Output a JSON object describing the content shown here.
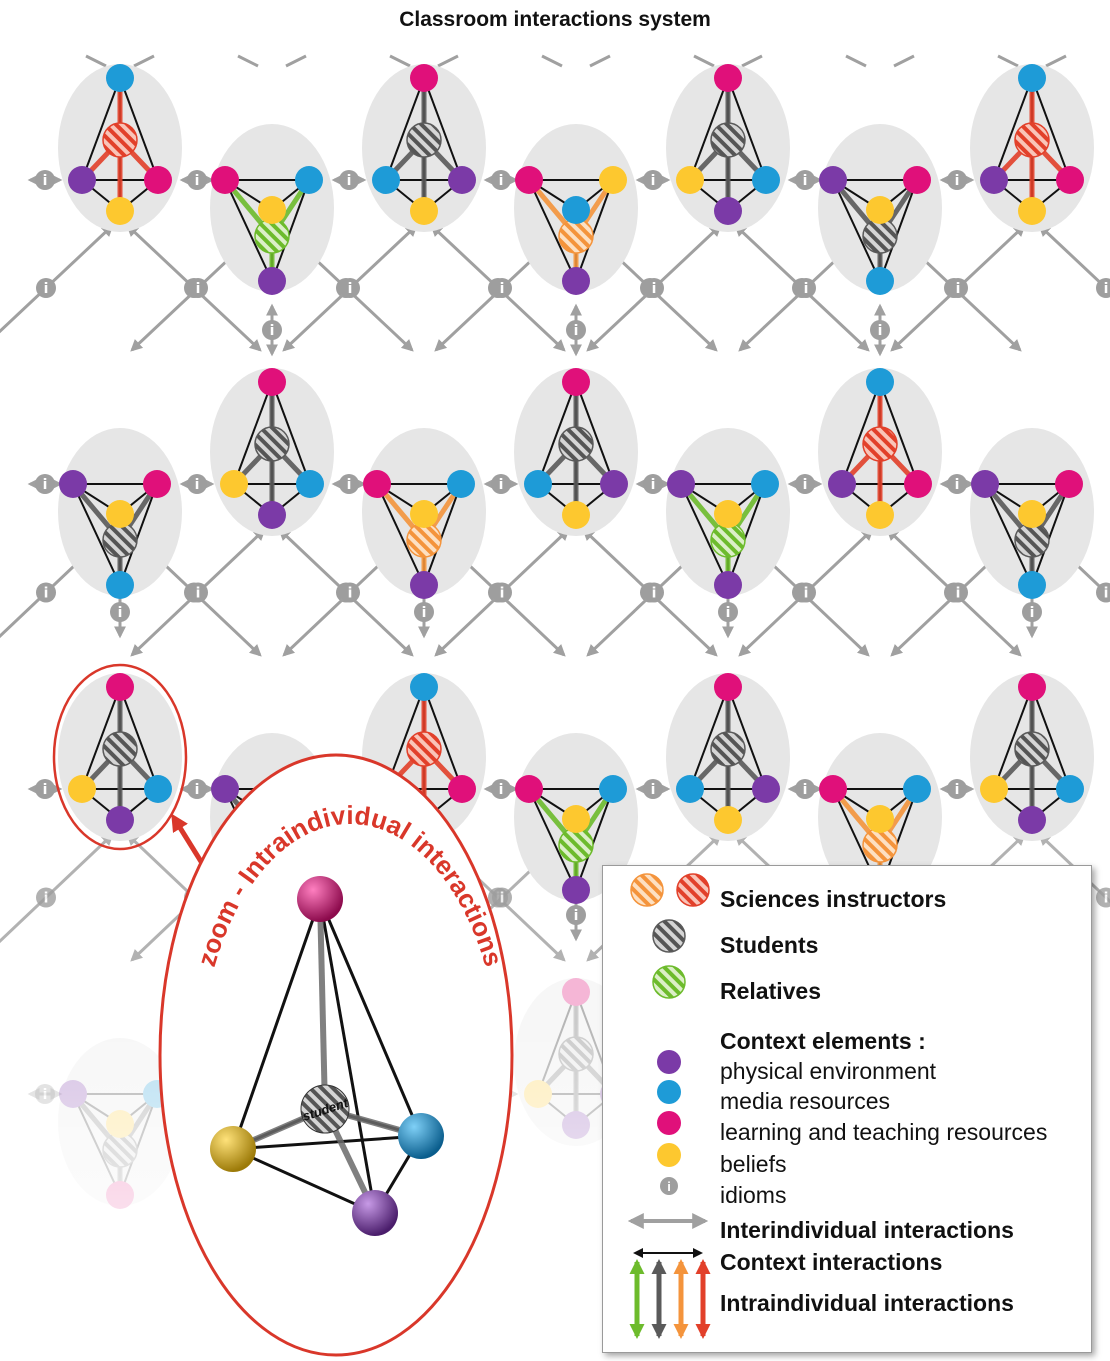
{
  "title": "Classroom interactions system",
  "zoom": {
    "label": "zoom - Intraindividual interactions",
    "center_label": "student"
  },
  "legend": {
    "items": [
      {
        "key": "instructors",
        "label": "Sciences instructors",
        "bold": true
      },
      {
        "key": "students",
        "label": "Students",
        "bold": true
      },
      {
        "key": "relatives",
        "label": "Relatives",
        "bold": true
      },
      {
        "key": "context_header",
        "label": "Context elements :",
        "bold": true
      },
      {
        "key": "physical",
        "label": "physical environment",
        "bold": false
      },
      {
        "key": "media",
        "label": "media resources",
        "bold": false
      },
      {
        "key": "learning",
        "label": "learning and teaching resources",
        "bold": false
      },
      {
        "key": "beliefs",
        "label": "beliefs",
        "bold": false
      },
      {
        "key": "idioms",
        "label": "idioms",
        "bold": false
      },
      {
        "key": "inter",
        "label": "Interindividual interactions",
        "bold": true
      },
      {
        "key": "context_int",
        "label": "Context  interactions",
        "bold": true
      },
      {
        "key": "intra",
        "label": "Intraindividual interactions",
        "bold": true
      }
    ]
  },
  "idiom_glyph": "i",
  "colors": {
    "physical": "#7b3aa7",
    "media": "#1e9bd7",
    "learning": "#e0107a",
    "beliefs": "#fdc82f",
    "instructor_red": "#e2402a",
    "instructor_orange": "#f4943c",
    "student": "#5a5a5a",
    "relative": "#6dbb2c",
    "interaction_gray": "#9e9e9e",
    "highlight": "#d9372a"
  }
}
